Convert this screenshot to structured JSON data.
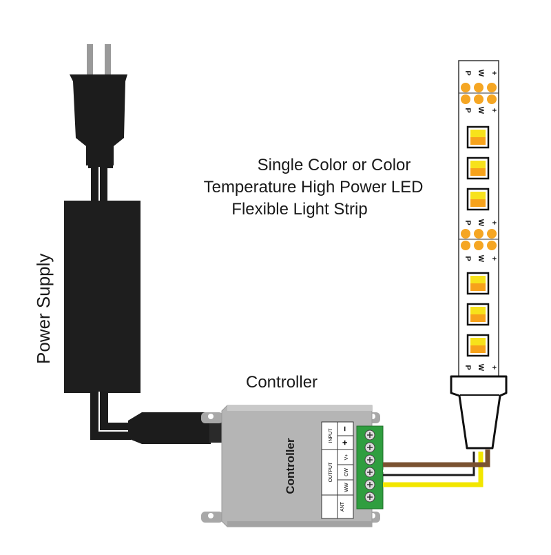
{
  "labels": {
    "strip_title_line1": "Single Color or Color",
    "strip_title_line2": "Temperature High Power LED",
    "strip_title_line3": "Flexible Light Strip",
    "power_supply": "Power Supply",
    "controller": "Controller",
    "controller_body": "Controller"
  },
  "terminal_block": {
    "input_header": "INPUT",
    "output_header": "OUTPUT",
    "plus": "+",
    "minus": "−",
    "rows": [
      "V+",
      "CW",
      "WW",
      "ANT"
    ]
  },
  "strip_pads": [
    "P",
    "W",
    "+"
  ],
  "colors": {
    "cable": "#1c1c1c",
    "psu_body": "#1e1e1e",
    "controller_case": "#b5b5b5",
    "terminal_green": "#2f9e3f",
    "wire_brown": "#7a5230",
    "wire_yellow": "#f2e600",
    "pad_orange": "#f5a623",
    "led_amber": "#f7a21b",
    "led_yellow": "#f7e21b"
  }
}
